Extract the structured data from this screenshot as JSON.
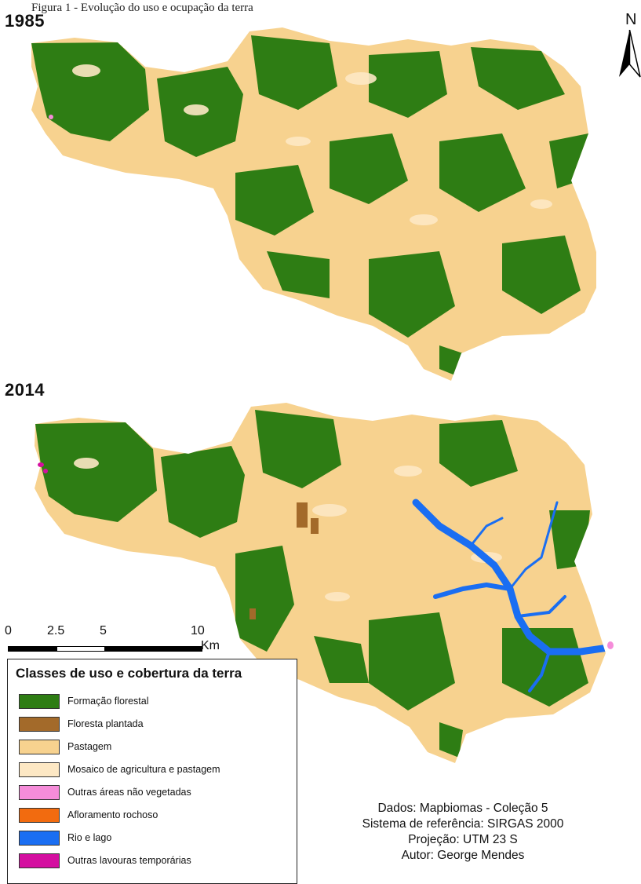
{
  "caption": "Figura 1 - Evolução do uso e ocupação da terra",
  "years": [
    "1985",
    "2014"
  ],
  "north_label": "N",
  "scale": {
    "ticks": [
      "0",
      "2.5",
      "5",
      "10"
    ],
    "unit": "Km"
  },
  "legend": {
    "title": "Classes de uso e cobertura da terra",
    "items": [
      {
        "label": "Formação florestal",
        "color": "#2e7d14"
      },
      {
        "label": "Floresta plantada",
        "color": "#a36a2a"
      },
      {
        "label": "Pastagem",
        "color": "#f7d28f"
      },
      {
        "label": "Mosaico de agricultura e pastagem",
        "color": "#fde8c4"
      },
      {
        "label": "Outras áreas não vegetadas",
        "color": "#f58cd9"
      },
      {
        "label": "Afloramento rochoso",
        "color": "#f26b0f"
      },
      {
        "label": "Rio e lago",
        "color": "#1a6ef2"
      },
      {
        "label": "Outras lavouras temporárias",
        "color": "#d40fa0"
      }
    ]
  },
  "credits": [
    "Dados: Mapbiomas - Coleção 5",
    "Sistema de referência: SIRGAS 2000",
    "Projeção: UTM 23 S",
    "Autor: George Mendes"
  ]
}
